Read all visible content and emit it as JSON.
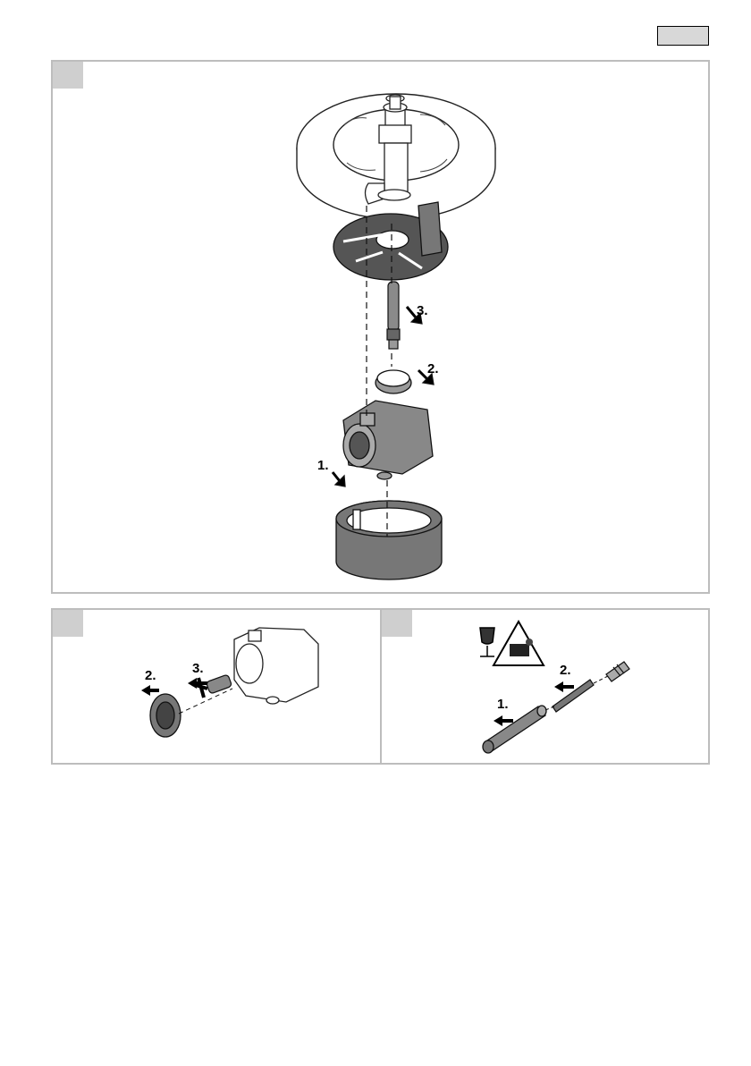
{
  "page_tag": "",
  "panels": {
    "main": {
      "tab_label": "",
      "steps": {
        "s1": "1.",
        "s2": "2.",
        "s3": "3."
      }
    },
    "left": {
      "tab_label": "",
      "steps": {
        "s2": "2.",
        "s3": "3."
      }
    },
    "right": {
      "tab_label": "",
      "steps": {
        "s1": "1.",
        "s2": "2."
      }
    }
  }
}
